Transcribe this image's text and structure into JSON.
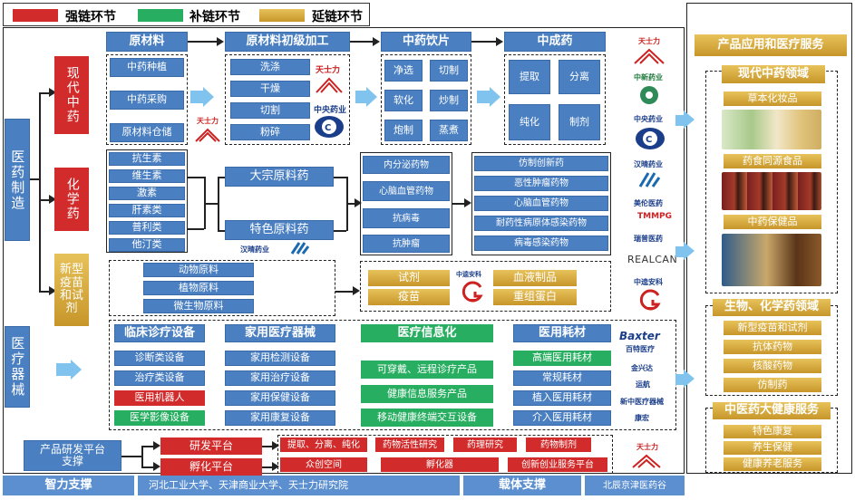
{
  "legend": {
    "strong": "强链环节",
    "supplement": "补链环节",
    "extend": "延链环节"
  },
  "colors": {
    "strong": "#d22b2b",
    "supplement": "#27ae60",
    "extend": "#d8ac3c",
    "blue": "#4a7fc1",
    "arrow": "#7fc3ee"
  },
  "side": {
    "pharma": "医药制造",
    "device": "医疗器械"
  },
  "pharma_rows": {
    "tcm": "现代中药",
    "chem": "化学药",
    "vaccine": "新型疫苗和试剂"
  },
  "top": {
    "raw": "原材料",
    "process": "原材料初级加工",
    "pieces": "中药饮片",
    "patent": "中成药"
  },
  "tcm_raw": [
    "中药种植",
    "中药采购",
    "原材料仓储"
  ],
  "tcm_process": [
    "洗涤",
    "干燥",
    "切割",
    "粉碎"
  ],
  "tcm_pieces": [
    "净选",
    "切制",
    "软化",
    "炒制",
    "炮制",
    "蒸煮"
  ],
  "tcm_patent": [
    "提取",
    "分离",
    "纯化",
    "制剂"
  ],
  "chem_raw": [
    "抗生素",
    "维生素",
    "激素",
    "肝素类",
    "普利类",
    "他汀类"
  ],
  "chem_mid": [
    "大宗原料药",
    "特色原料药"
  ],
  "chem_drugs": [
    "内分泌药物",
    "心脑血管药物",
    "抗病毒",
    "抗肿瘤"
  ],
  "chem_innov": [
    "仿制创新药",
    "恶性肿瘤药物",
    "心脑血管药物",
    "耐药性病原体感染药物",
    "病毒感染药物"
  ],
  "vaccine_raw": [
    "动物原料",
    "植物原料",
    "微生物原料"
  ],
  "vaccine_prod": {
    "reagent": "试剂",
    "vaccine": "疫苗",
    "blood": "血液制品",
    "protein": "重组蛋白"
  },
  "device_headers": [
    "临床诊疗设备",
    "家用医疗器械",
    "医疗信息化",
    "医用耗材"
  ],
  "device_clinical": [
    "诊断类设备",
    "治疗类设备",
    "医用机器人",
    "医学影像设备"
  ],
  "device_home": [
    "家用检测设备",
    "家用治疗设备",
    "家用保健设备",
    "家用康复设备"
  ],
  "device_info": [
    "可穿戴、远程诊疗产品",
    "健康信息服务产品",
    "移动健康终端交互设备"
  ],
  "device_consum": [
    "高端医用耗材",
    "常规耗材",
    "植入医用耗材",
    "介入医用耗材"
  ],
  "logos": {
    "tasly": "天士力",
    "cnp": "中新药业",
    "zhongyang": "中央药业",
    "hanmi": "汉晴药业",
    "meilun": "美伦医药",
    "tmmpg": "TMMPG",
    "ruipu": "瑞普医药",
    "realcan": "REALCAN",
    "cansino": "中逵安科",
    "baxter": "Baxter",
    "baxter_cn": "百特医疗",
    "jinxingda": "金兴达",
    "yunhang": "运航",
    "xinsichuang": "新中医疗器械",
    "kanghong": "康宏"
  },
  "platform": {
    "title": "产品研发平台支撑",
    "rd": "研发平台",
    "incub": "孵化平台",
    "rd_items": [
      "提取、分离、纯化",
      "药物活性研究",
      "药理研究",
      "药物制剂"
    ],
    "incub_items": [
      "众创空间",
      "孵化器",
      "创新创业服务平台"
    ]
  },
  "bottom": {
    "intel": "智力支撑",
    "intel_text": "河北工业大学、天津商业大学、天士力研究院",
    "carrier": "载体支撑",
    "carrier_text": "北辰京津医药谷"
  },
  "right": {
    "title": "产品应用和医疗服务",
    "tcm_field": "现代中药领域",
    "tcm_items": [
      "草本化妆品",
      "药食同源食品",
      "中药保健品"
    ],
    "bio_field": "生物、化学药领域",
    "bio_items": [
      "新型疫苗和试剂",
      "抗体药物",
      "核酸药物",
      "仿制药"
    ],
    "health_field": "中医药大健康服务",
    "health_items": [
      "特色康复",
      "养生保健",
      "健康养老服务"
    ]
  }
}
